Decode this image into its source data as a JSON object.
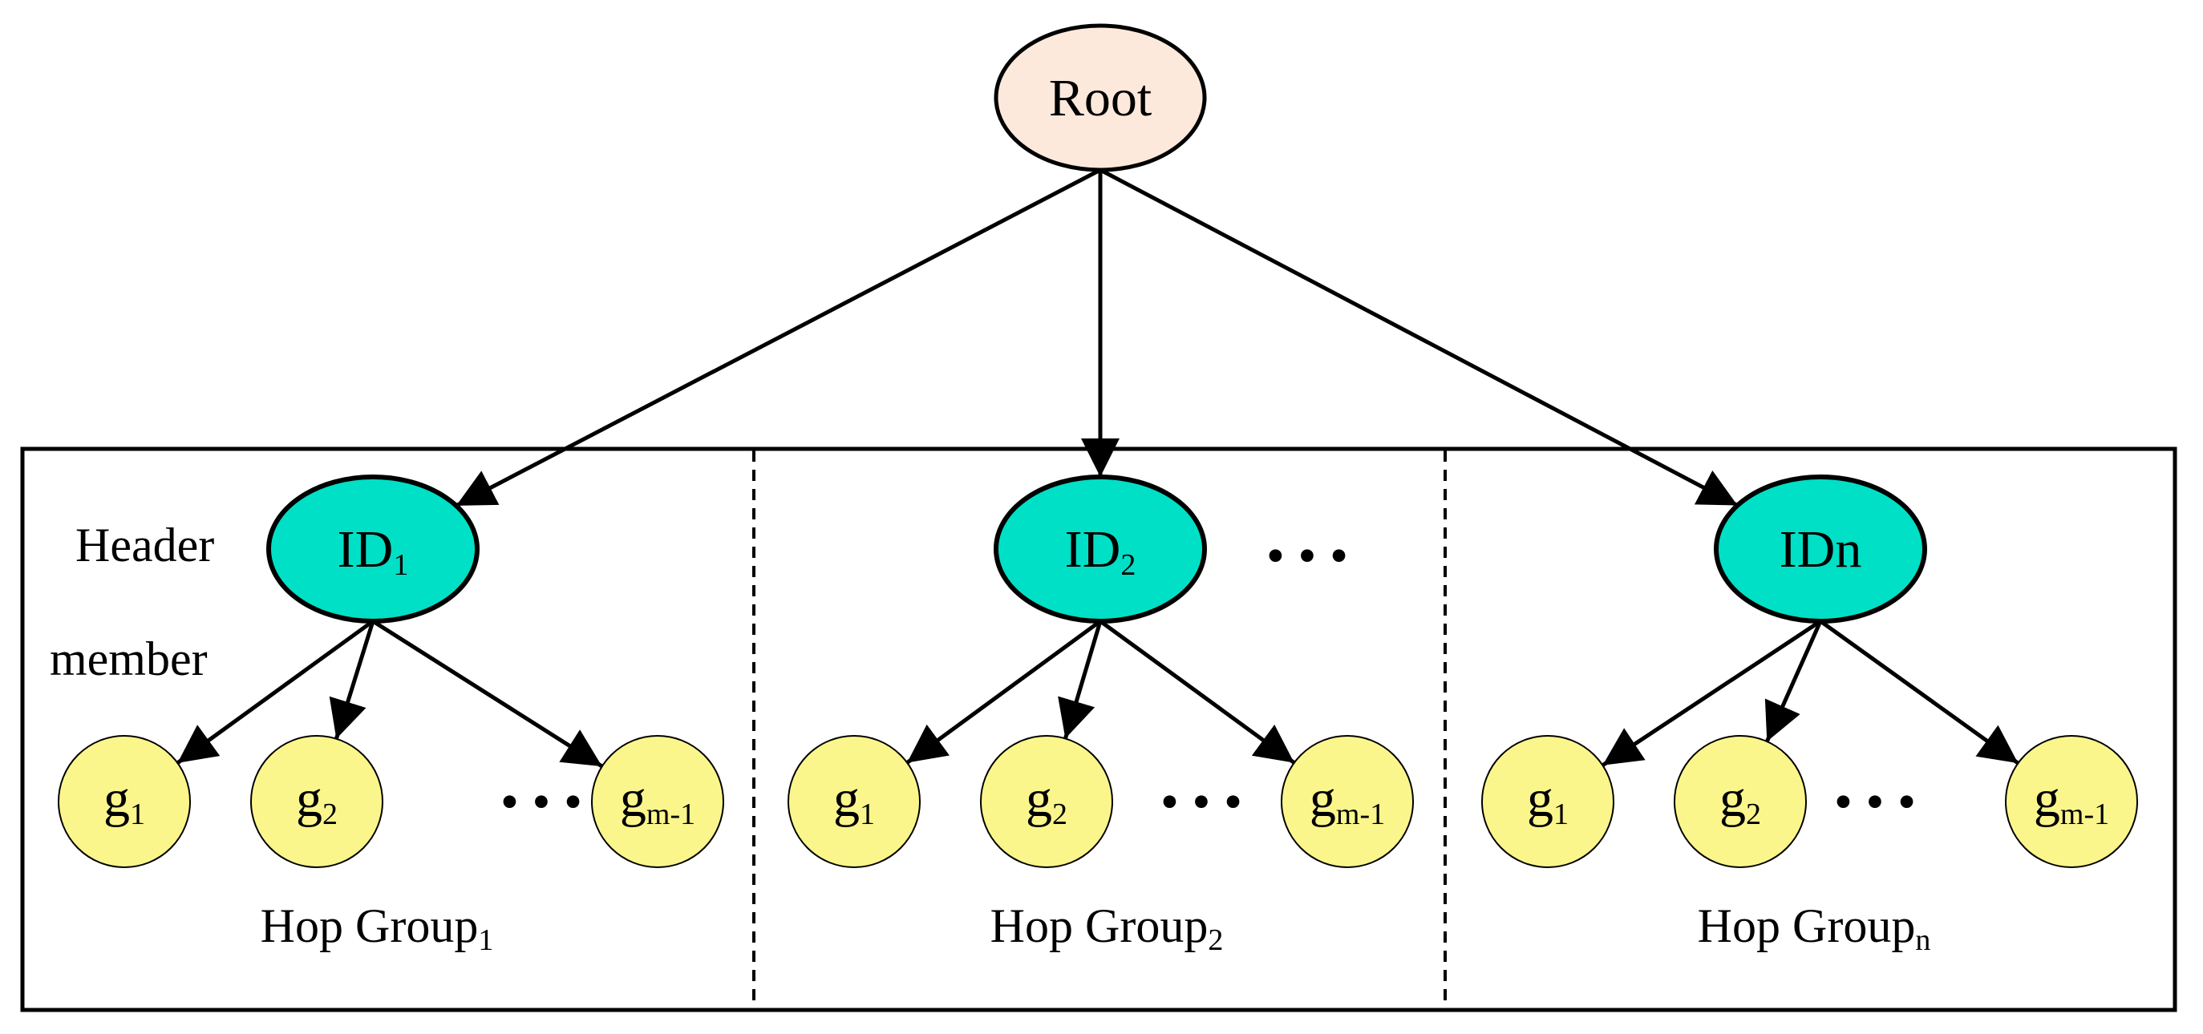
{
  "root": {
    "label": "Root"
  },
  "side_labels": {
    "header": "Header",
    "member": "member"
  },
  "ellipsis": "•  •  •",
  "groups": [
    {
      "header": {
        "base": "ID",
        "sub": "1"
      },
      "members": [
        {
          "base": "g",
          "sub": "1"
        },
        {
          "base": "g",
          "sub": "2"
        },
        {
          "base": "g",
          "sub": "m-1"
        }
      ],
      "label": {
        "base": "Hop Group",
        "sub": "1"
      }
    },
    {
      "header": {
        "base": "ID",
        "sub": "2"
      },
      "members": [
        {
          "base": "g",
          "sub": "1"
        },
        {
          "base": "g",
          "sub": "2"
        },
        {
          "base": "g",
          "sub": "m-1"
        }
      ],
      "label": {
        "base": "Hop Group",
        "sub": "2"
      }
    },
    {
      "header": {
        "base": "IDn",
        "sub": ""
      },
      "members": [
        {
          "base": "g",
          "sub": "1"
        },
        {
          "base": "g",
          "sub": "2"
        },
        {
          "base": "g",
          "sub": "m-1"
        }
      ],
      "label": {
        "base": "Hop Group",
        "sub": "n"
      }
    }
  ],
  "colors": {
    "root_fill": "#fde9dc",
    "header_fill": "#00e0c6",
    "member_fill": "#fbf68c",
    "stroke": "#000000"
  }
}
